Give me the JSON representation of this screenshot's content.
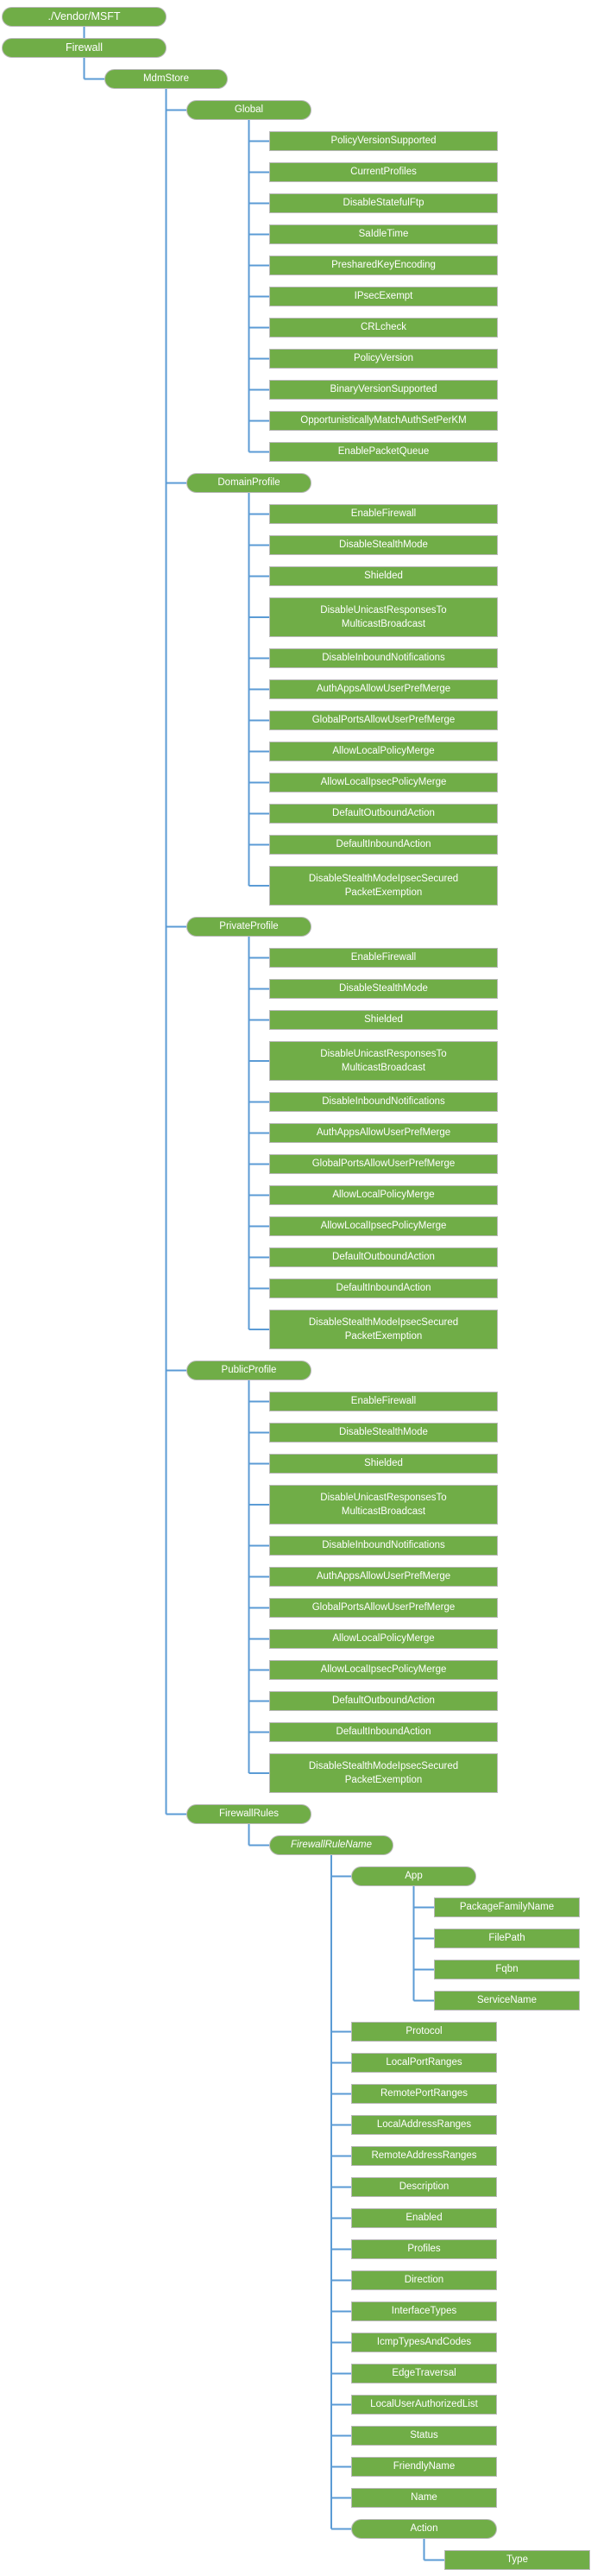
{
  "diagram": {
    "colors": {
      "node_fill": "#70AD47",
      "node_border": "#b9b9b9",
      "node_text": "#ffffff",
      "connector": "#5B9BD5"
    },
    "tree": {
      "label": "./Vendor/MSFT",
      "shape": "pill",
      "children": [
        {
          "label": "Firewall",
          "shape": "pill",
          "children": [
            {
              "label": "MdmStore",
              "shape": "pill",
              "children": [
                {
                  "label": "Global",
                  "shape": "pill",
                  "children": [
                    {
                      "label": "PolicyVersionSupported"
                    },
                    {
                      "label": "CurrentProfiles"
                    },
                    {
                      "label": "DisableStatefulFtp"
                    },
                    {
                      "label": "SaIdleTime"
                    },
                    {
                      "label": "PresharedKeyEncoding"
                    },
                    {
                      "label": "IPsecExempt"
                    },
                    {
                      "label": "CRLcheck"
                    },
                    {
                      "label": "PolicyVersion"
                    },
                    {
                      "label": "BinaryVersionSupported"
                    },
                    {
                      "label": "OpportunisticallyMatchAuthSetPerKM"
                    },
                    {
                      "label": "EnablePacketQueue"
                    }
                  ]
                },
                {
                  "label": "DomainProfile",
                  "shape": "pill",
                  "children": [
                    {
                      "label": "EnableFirewall"
                    },
                    {
                      "label": "DisableStealthMode"
                    },
                    {
                      "label": "Shielded"
                    },
                    {
                      "label": "DisableUnicastResponsesTo\nMulticastBroadcast"
                    },
                    {
                      "label": "DisableInboundNotifications"
                    },
                    {
                      "label": "AuthAppsAllowUserPrefMerge"
                    },
                    {
                      "label": "GlobalPortsAllowUserPrefMerge"
                    },
                    {
                      "label": "AllowLocalPolicyMerge"
                    },
                    {
                      "label": "AllowLocalIpsecPolicyMerge"
                    },
                    {
                      "label": "DefaultOutboundAction"
                    },
                    {
                      "label": "DefaultInboundAction"
                    },
                    {
                      "label": "DisableStealthModeIpsecSecured\nPacketExemption"
                    }
                  ]
                },
                {
                  "label": "PrivateProfile",
                  "shape": "pill",
                  "children": [
                    {
                      "label": "EnableFirewall"
                    },
                    {
                      "label": "DisableStealthMode"
                    },
                    {
                      "label": "Shielded"
                    },
                    {
                      "label": "DisableUnicastResponsesTo\nMulticastBroadcast"
                    },
                    {
                      "label": "DisableInboundNotifications"
                    },
                    {
                      "label": "AuthAppsAllowUserPrefMerge"
                    },
                    {
                      "label": "GlobalPortsAllowUserPrefMerge"
                    },
                    {
                      "label": "AllowLocalPolicyMerge"
                    },
                    {
                      "label": "AllowLocalIpsecPolicyMerge"
                    },
                    {
                      "label": "DefaultOutboundAction"
                    },
                    {
                      "label": "DefaultInboundAction"
                    },
                    {
                      "label": "DisableStealthModeIpsecSecured\nPacketExemption"
                    }
                  ]
                },
                {
                  "label": "PublicProfile",
                  "shape": "pill",
                  "children": [
                    {
                      "label": "EnableFirewall"
                    },
                    {
                      "label": "DisableStealthMode"
                    },
                    {
                      "label": "Shielded"
                    },
                    {
                      "label": "DisableUnicastResponsesTo\nMulticastBroadcast"
                    },
                    {
                      "label": "DisableInboundNotifications"
                    },
                    {
                      "label": "AuthAppsAllowUserPrefMerge"
                    },
                    {
                      "label": "GlobalPortsAllowUserPrefMerge"
                    },
                    {
                      "label": "AllowLocalPolicyMerge"
                    },
                    {
                      "label": "AllowLocalIpsecPolicyMerge"
                    },
                    {
                      "label": "DefaultOutboundAction"
                    },
                    {
                      "label": "DefaultInboundAction"
                    },
                    {
                      "label": "DisableStealthModeIpsecSecured\nPacketExemption"
                    }
                  ]
                },
                {
                  "label": "FirewallRules",
                  "shape": "pill",
                  "children": [
                    {
                      "label": "FirewallRuleName",
                      "shape": "pill",
                      "italic": true,
                      "children": [
                        {
                          "label": "App",
                          "shape": "pill",
                          "children": [
                            {
                              "label": "PackageFamilyName"
                            },
                            {
                              "label": "FilePath"
                            },
                            {
                              "label": "Fqbn"
                            },
                            {
                              "label": "ServiceName"
                            }
                          ]
                        },
                        {
                          "label": "Protocol"
                        },
                        {
                          "label": "LocalPortRanges"
                        },
                        {
                          "label": "RemotePortRanges"
                        },
                        {
                          "label": "LocalAddressRanges"
                        },
                        {
                          "label": "RemoteAddressRanges"
                        },
                        {
                          "label": "Description"
                        },
                        {
                          "label": "Enabled"
                        },
                        {
                          "label": "Profiles"
                        },
                        {
                          "label": "Direction"
                        },
                        {
                          "label": "InterfaceTypes"
                        },
                        {
                          "label": "IcmpTypesAndCodes"
                        },
                        {
                          "label": "EdgeTraversal"
                        },
                        {
                          "label": "LocalUserAuthorizedList"
                        },
                        {
                          "label": "Status"
                        },
                        {
                          "label": "FriendlyName"
                        },
                        {
                          "label": "Name"
                        },
                        {
                          "label": "Action",
                          "shape": "pill",
                          "children": [
                            {
                              "label": "Type"
                            }
                          ]
                        }
                      ]
                    }
                  ]
                }
              ]
            }
          ]
        }
      ]
    }
  }
}
